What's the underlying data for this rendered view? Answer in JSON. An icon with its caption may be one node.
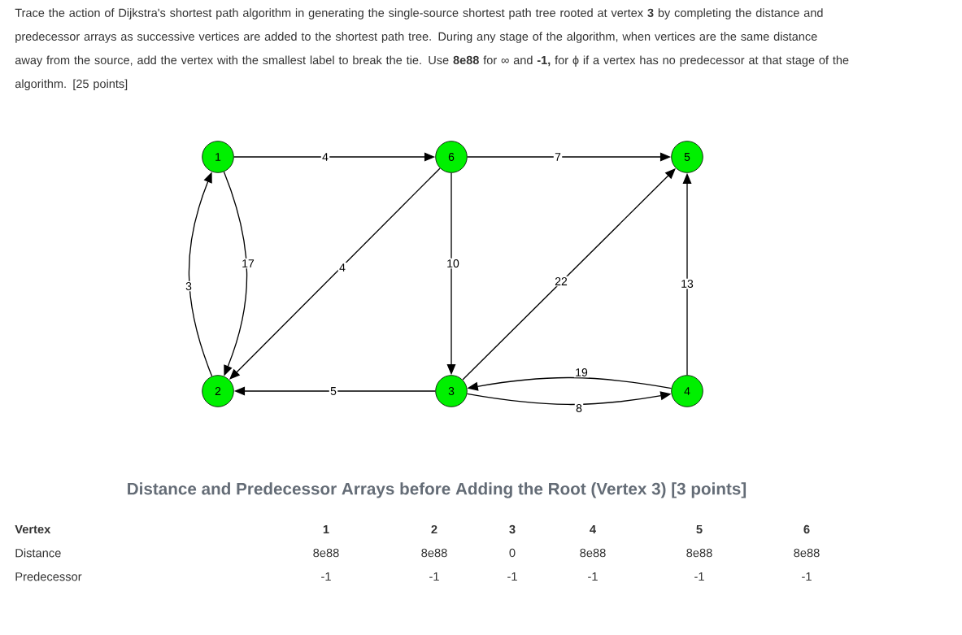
{
  "diagram": {
    "title": "Trace the action of Dijkstra's shortest path algorithm in generating the single-source shortest path tree rooted at vertex **3** by completing the distance and predecessor arrays as successive vertices are added to the shortest path tree. During any stage of the algorithm, when vertices are the same distance away from the source, add the vertex with the smallest label to break the tie.  Use **8e88** for ∞ and **-1,** for ϕ if a vertex has no predecessor at that stage of the algorithm. [25 points]",
    "nodes": [
      {
        "text": [
          "1"
        ]
      },
      {
        "text": [
          "6"
        ]
      },
      {
        "text": [
          "5"
        ]
      },
      {
        "text": [
          "2"
        ]
      },
      {
        "text": [
          "3"
        ]
      },
      {
        "text": [
          "4"
        ]
      }
    ],
    "edges": [
      {
        "from": 0,
        "to": 1,
        "arrow": "to",
        "label": "4"
      },
      {
        "from": 1,
        "to": 2,
        "arrow": "to",
        "label": "7"
      },
      {
        "from": 3,
        "to": 0,
        "arrow": "to",
        "label": "3"
      },
      {
        "from": 0,
        "to": 3,
        "arrow": "to",
        "label": "17"
      },
      {
        "from": 1,
        "to": 3,
        "arrow": "to",
        "label": "4"
      },
      {
        "from": 1,
        "to": 4,
        "arrow": "to",
        "label": "10"
      },
      {
        "from": 4,
        "to": 2,
        "arrow": "to",
        "label": "22"
      },
      {
        "from": 5,
        "to": 2,
        "arrow": "to",
        "label": "13"
      },
      {
        "from": 5,
        "to": 4,
        "arrow": "to",
        "label": "19"
      },
      {
        "from": 4,
        "to": 5,
        "arrow": "to",
        "label": "8"
      },
      {
        "from": 4,
        "to": 3,
        "arrow": "to",
        "label": "5"
      }
    ],
    "labels": [
      "Distance and Predecessor Arrays before Adding the Root (Vertex 3) [3 points]",
      "Vertex",
      "1",
      "2",
      "3",
      "4",
      "5",
      "6",
      "Distance",
      "8e88",
      "8e88",
      "0",
      "8e88",
      "8e88",
      "8e88",
      "Predecessor",
      "-1",
      "-1",
      "-1",
      "-1",
      "-1",
      "-1"
    ]
  }
}
